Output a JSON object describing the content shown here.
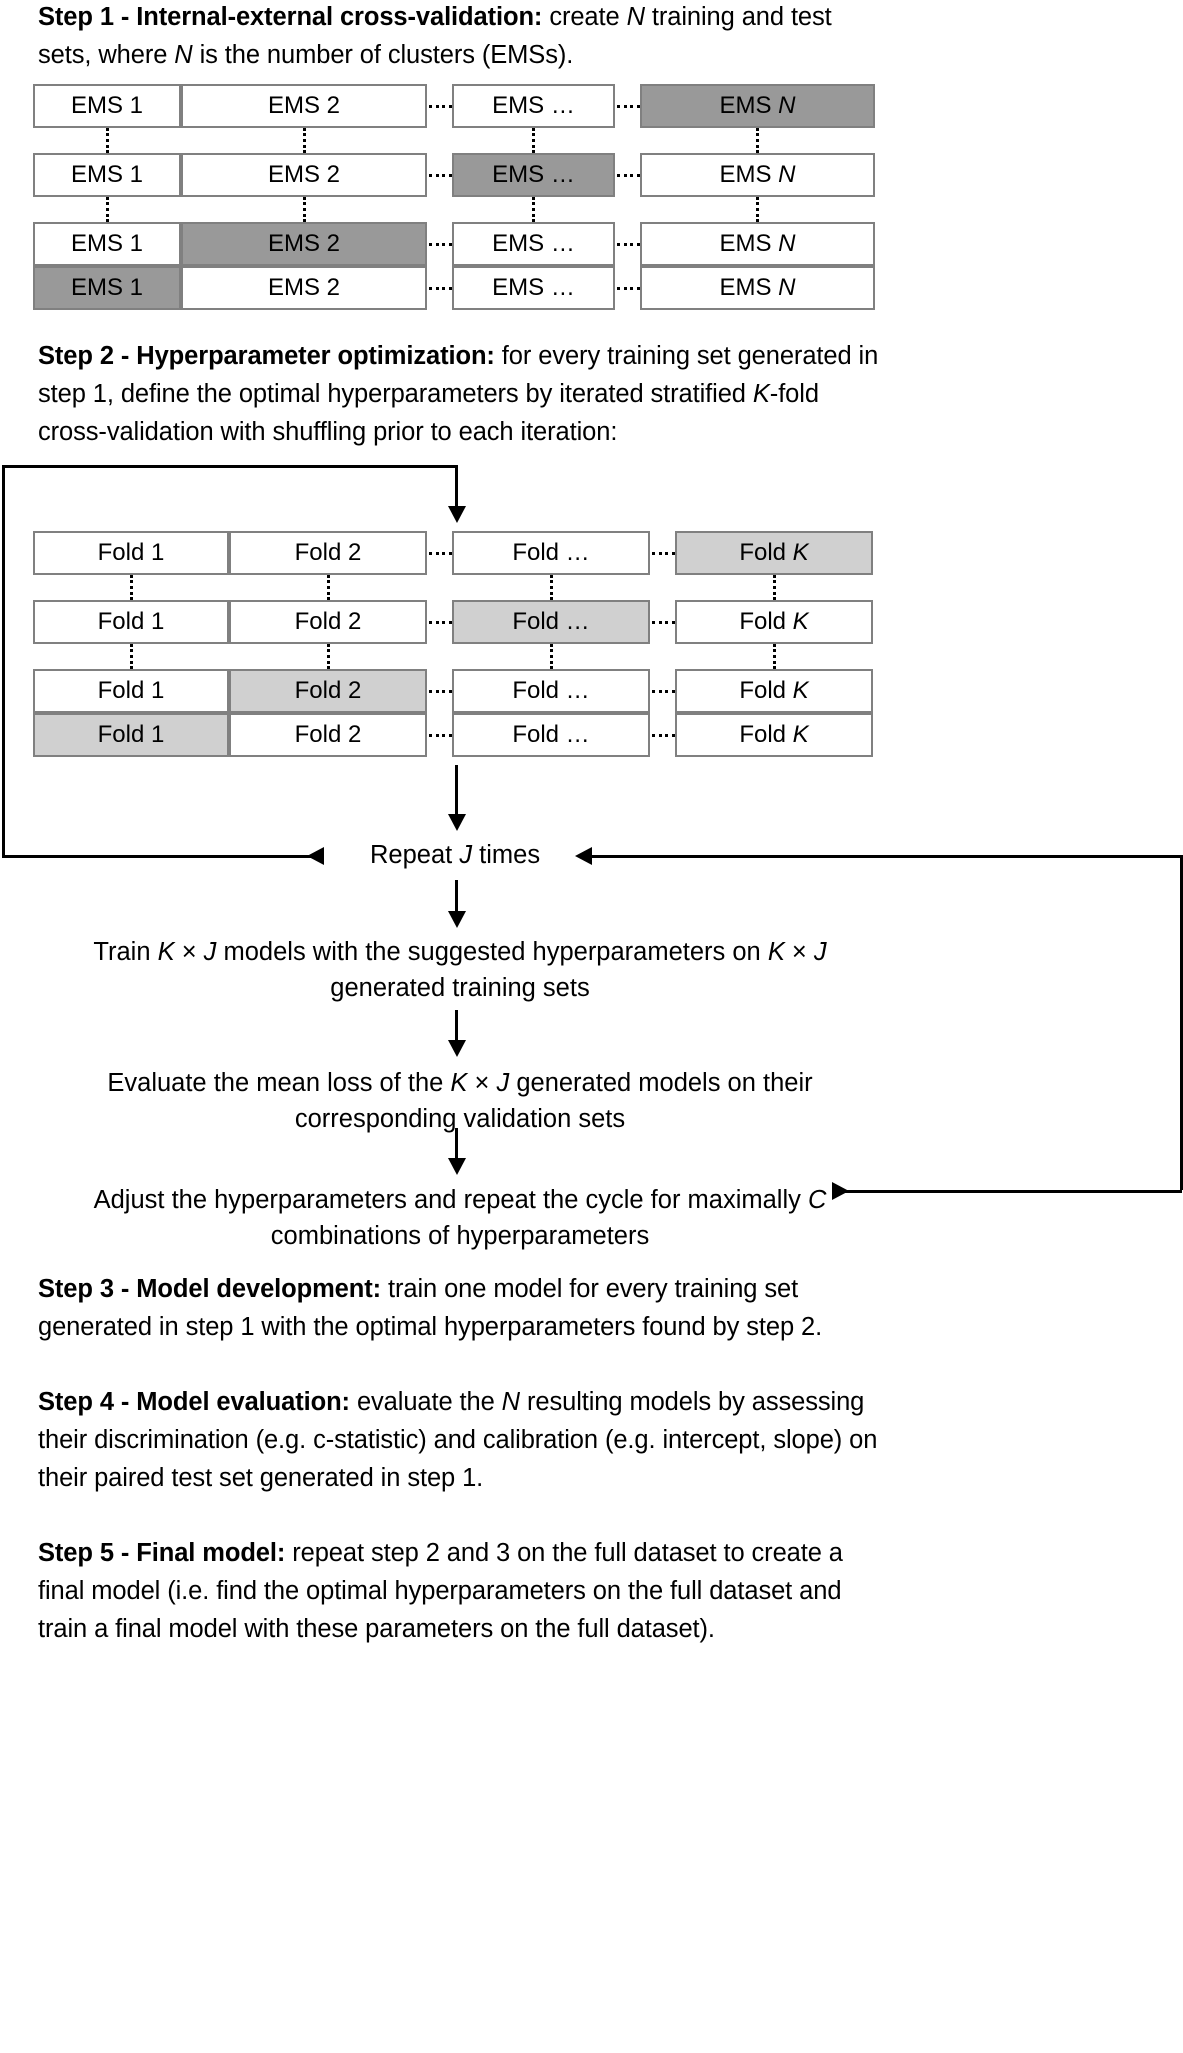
{
  "steps": {
    "step1": {
      "label": "Step 1 - Internal-external cross-validation:",
      "body_a": " create ",
      "body_n": "N",
      "body_b": " training and test sets, where ",
      "body_n2": "N",
      "body_c": " is the number of clusters (EMSs)."
    },
    "step2": {
      "label": "Step 2 - Hyperparameter optimization:",
      "body_a": " for every training set generated in step 1, define the optimal hyperparameters by iterated stratified ",
      "body_k": "K",
      "body_b": "-fold cross-validation with shuffling prior to each iteration:"
    },
    "step3": {
      "label": "Step 3 - Model development:",
      "body": " train one model for every training set generated in step 1 with the optimal hyperparameters found by step 2."
    },
    "step4": {
      "label": "Step 4 - Model evaluation:",
      "body_a": " evaluate the ",
      "body_n": "N",
      "body_b": " resulting models by assessing their discrimination (e.g. c-statistic) and calibration (e.g. intercept, slope) on their paired test set generated in step 1."
    },
    "step5": {
      "label": "Step 5 - Final model:",
      "body": " repeat step 2 and 3 on the full dataset to create a final model (i.e. find the optimal hyperparameters on the full dataset and train a final model with these parameters on the full dataset)."
    }
  },
  "ems_matrix": {
    "columns": [
      "EMS 1",
      "EMS 2",
      "EMS …",
      "EMS N"
    ],
    "rows": [
      {
        "cells": [
          {
            "label": "EMS 1",
            "shaded": false
          },
          {
            "label": "EMS 2",
            "shaded": false
          },
          {
            "label": "EMS …",
            "shaded": false
          },
          {
            "label": "EMS N",
            "shaded": true
          }
        ]
      },
      {
        "cells": [
          {
            "label": "EMS 1",
            "shaded": false
          },
          {
            "label": "EMS 2",
            "shaded": false
          },
          {
            "label": "EMS …",
            "shaded": true
          },
          {
            "label": "EMS N",
            "shaded": false
          }
        ]
      },
      {
        "cells": [
          {
            "label": "EMS 1",
            "shaded": false
          },
          {
            "label": "EMS 2",
            "shaded": true
          },
          {
            "label": "EMS …",
            "shaded": false
          },
          {
            "label": "EMS N",
            "shaded": false
          }
        ]
      },
      {
        "cells": [
          {
            "label": "EMS 1",
            "shaded": true
          },
          {
            "label": "EMS 2",
            "shaded": false
          },
          {
            "label": "EMS …",
            "shaded": false
          },
          {
            "label": "EMS N",
            "shaded": false
          }
        ]
      }
    ]
  },
  "fold_matrix": {
    "columns": [
      "Fold 1",
      "Fold 2",
      "Fold …",
      "Fold K"
    ],
    "rows": [
      {
        "cells": [
          {
            "label": "Fold 1",
            "shaded": false
          },
          {
            "label": "Fold 2",
            "shaded": false
          },
          {
            "label": "Fold …",
            "shaded": false
          },
          {
            "label": "Fold K",
            "shaded": true
          }
        ]
      },
      {
        "cells": [
          {
            "label": "Fold 1",
            "shaded": false
          },
          {
            "label": "Fold 2",
            "shaded": false
          },
          {
            "label": "Fold …",
            "shaded": true
          },
          {
            "label": "Fold K",
            "shaded": false
          }
        ]
      },
      {
        "cells": [
          {
            "label": "Fold 1",
            "shaded": false
          },
          {
            "label": "Fold 2",
            "shaded": true
          },
          {
            "label": "Fold …",
            "shaded": false
          },
          {
            "label": "Fold K",
            "shaded": false
          }
        ]
      },
      {
        "cells": [
          {
            "label": "Fold 1",
            "shaded": true
          },
          {
            "label": "Fold 2",
            "shaded": false
          },
          {
            "label": "Fold …",
            "shaded": false
          },
          {
            "label": "Fold K",
            "shaded": false
          }
        ]
      }
    ]
  },
  "flow": {
    "repeat": {
      "pre": "Repeat ",
      "var": "J",
      "post": " times"
    },
    "train": {
      "l1_a": "Train ",
      "l1_k": "K",
      "l1_x": " × ",
      "l1_j": "J",
      "l1_b": " models with the suggested hyperparameters on ",
      "l1_k2": "K",
      "l1_x2": " × ",
      "l1_j2": "J",
      "l2": "generated training sets"
    },
    "evaluate": {
      "l1_a": "Evaluate the mean loss of the ",
      "l1_k": "K",
      "l1_x": " × ",
      "l1_j": "J",
      "l1_b": " generated models on their",
      "l2": "corresponding validation sets"
    },
    "adjust": {
      "l1_a": "Adjust the hyperparameters and repeat the cycle for maximally ",
      "l1_c": "C",
      "l2": "combinations of hyperparameters"
    }
  },
  "colors": {
    "shade_dark": "#999999",
    "shade_light": "#d0d0d0",
    "cell_border": "#808080",
    "line": "#000000"
  }
}
